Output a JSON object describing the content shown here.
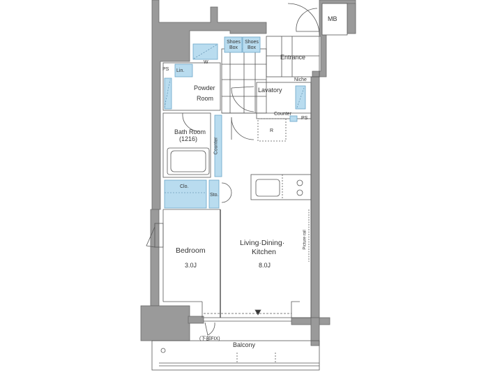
{
  "floor_plan": {
    "colors": {
      "wall": "#9a9a9a",
      "wall_stroke": "#6a6a6a",
      "fixture_fill": "#b9dcef",
      "fixture_stroke": "#6aa6c8",
      "line": "#555555"
    },
    "rooms": {
      "mb": "MB",
      "shoes_box_1": "Shoes Box",
      "shoes_box_2": "Shoes Box",
      "entrance": "Entrance",
      "ps_left": "PS",
      "lin": "Lin.",
      "w": "W",
      "powder_room_1": "Powder",
      "powder_room_2": "Room",
      "lavatory": "Lavatory",
      "niche": "Niche",
      "counter_small": "Counter",
      "ps_right": "PS",
      "refrigerator": "R",
      "bath_room_1": "Bath Room",
      "bath_room_2": "(1216)",
      "counter_vertical": "Counter",
      "closet": "Clo.",
      "storage": "Sto.",
      "bedroom": "Bedroom",
      "bedroom_size": "3.0J",
      "ldk_1": "Living·Dining·",
      "ldk_2": "Kitchen",
      "ldk_size": "8.0J",
      "picture_rail": "Picture rail",
      "fix_note": "(下部FIX)",
      "balcony": "Balcony"
    }
  }
}
